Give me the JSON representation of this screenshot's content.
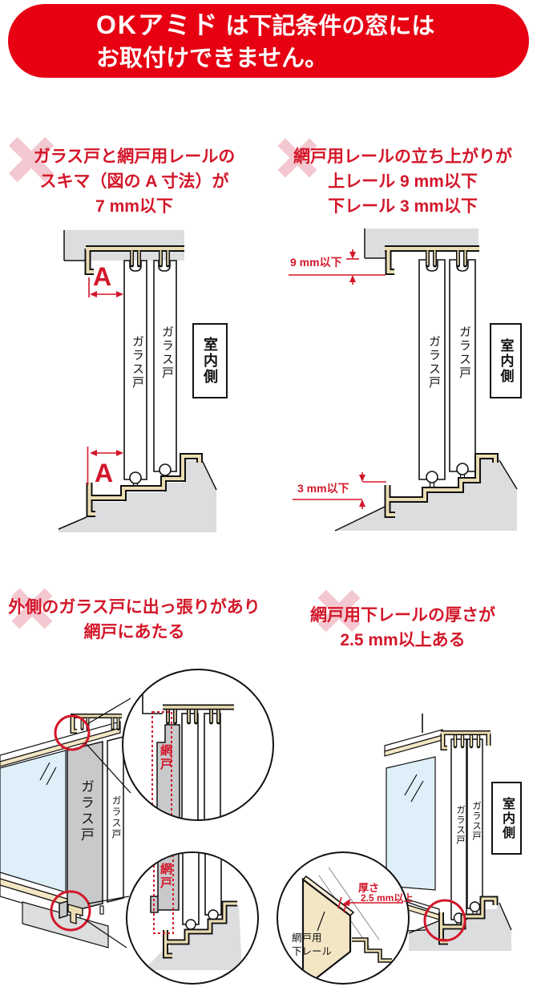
{
  "banner": {
    "logo": "OKアミド",
    "line1_rest": "は下記条件の窓には",
    "line2": "お取付けできません。"
  },
  "sections": [
    {
      "heading_lines": [
        "ガラス戸と網戸用レールの",
        "スキマ（図の A 寸法）が",
        "7 mm以下"
      ]
    },
    {
      "heading_lines": [
        "網戸用レールの立ち上がりが",
        "上レール 9 mm以下",
        "下レール 3 mm以下"
      ]
    },
    {
      "heading_lines": [
        "外側のガラス戸に出っ張りがあり",
        "網戸にあたる"
      ]
    },
    {
      "heading_lines": [
        "網戸用下レールの厚さが",
        "2.5 mm以上ある"
      ]
    }
  ],
  "labels": {
    "glass_door": "ガラス戸",
    "indoor_side": "室内側",
    "screen_door": "網戸",
    "dim_a": "A",
    "dim_9mm": "9 mm以下",
    "dim_3mm": "3 mm以下",
    "thickness_line1": "厚さ",
    "thickness_line2": "2.5 mm以上",
    "screen_rail_line1": "網戸用",
    "screen_rail_line2": "下レール"
  },
  "colors": {
    "banner_red": "#E60012",
    "heading_red": "#D3172A",
    "x_pink": "#F4C8D0",
    "rail_tan": "#EBDDB3",
    "sill_tan": "#F2E6C4",
    "wall_gray": "#DCDDDF",
    "door_gray": "#C8C9CB",
    "glass_blue": "#DFEFF9",
    "line_black": "#111111"
  }
}
